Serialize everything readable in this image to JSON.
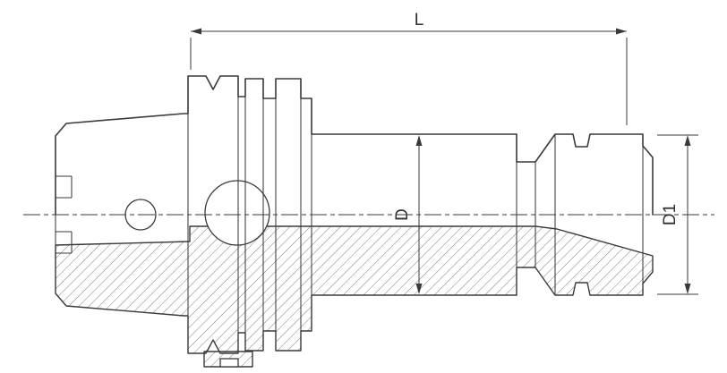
{
  "drawing": {
    "subject": "collet-chuck-cross-section-technical-drawing",
    "labels": {
      "overall_length": "L",
      "body_diameter": "D",
      "nut_diameter": "D1"
    },
    "colors": {
      "background": "#ffffff",
      "line": "#3a3a3a",
      "hatch_line": "#5a5a5a"
    }
  }
}
